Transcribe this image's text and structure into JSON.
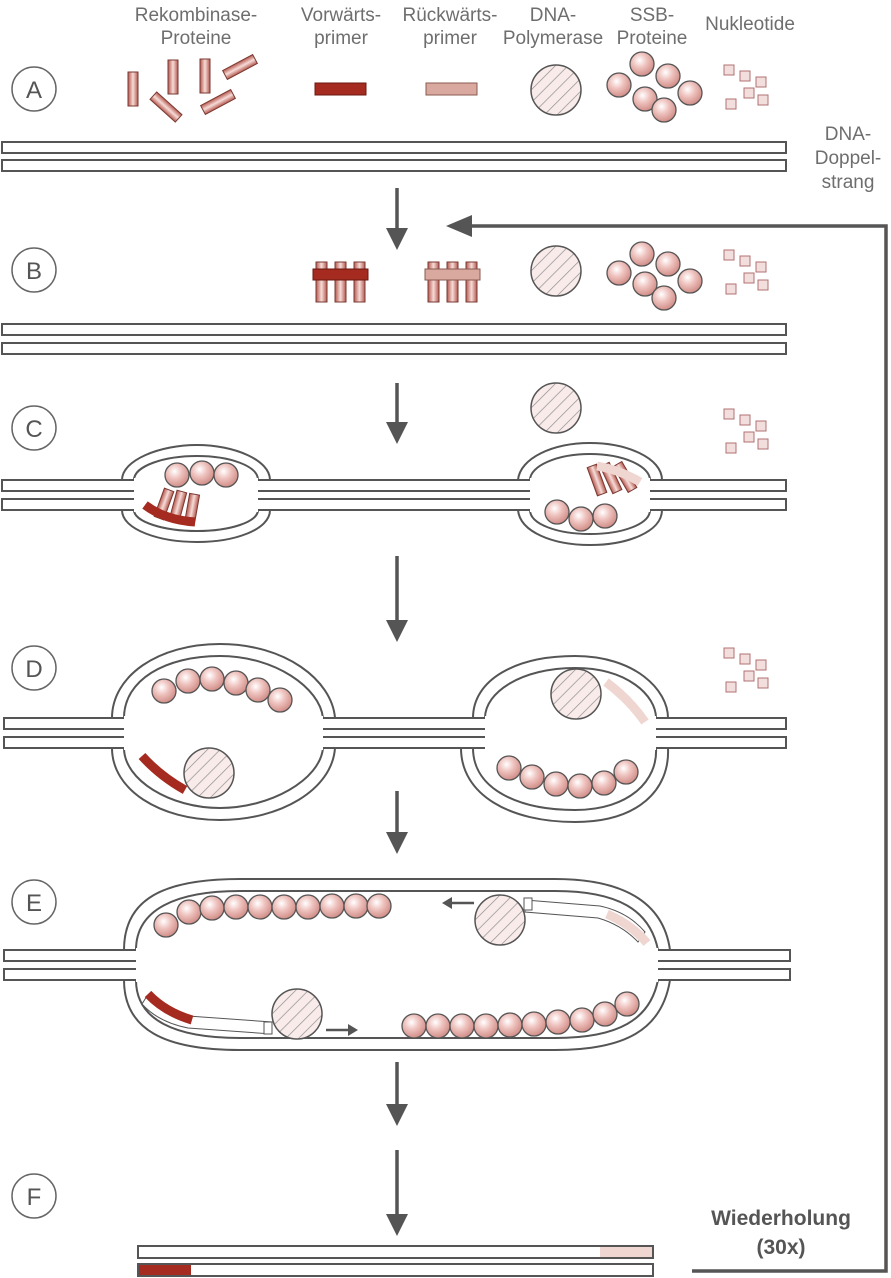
{
  "labels": {
    "recombinase_1": "Rekombinase-",
    "recombinase_2": "Proteine",
    "forward_1": "Vorwärts-",
    "forward_2": "primer",
    "reverse_1": "Rückwärts-",
    "reverse_2": "primer",
    "polymerase_1": "DNA-",
    "polymerase_2": "Polymerase",
    "ssb_1": "SSB-",
    "ssb_2": "Proteine",
    "nucleotides": "Nukleotide",
    "dsdna_1": "DNA-",
    "dsdna_2": "Doppel-",
    "dsdna_3": "strang",
    "repeat_1": "Wiederholung",
    "repeat_2": "(30x)"
  },
  "steps": [
    "A",
    "B",
    "C",
    "D",
    "E",
    "F"
  ],
  "colors": {
    "forward_primer": "#a52a1f",
    "reverse_primer": "#d9a89f",
    "reverse_primer_light": "#efd6d1",
    "recombinase": "#c27268",
    "ssb": "#e2a7a2",
    "strand_outline": "#555555",
    "arrow": "#555555",
    "text": "#6e6e6e"
  }
}
